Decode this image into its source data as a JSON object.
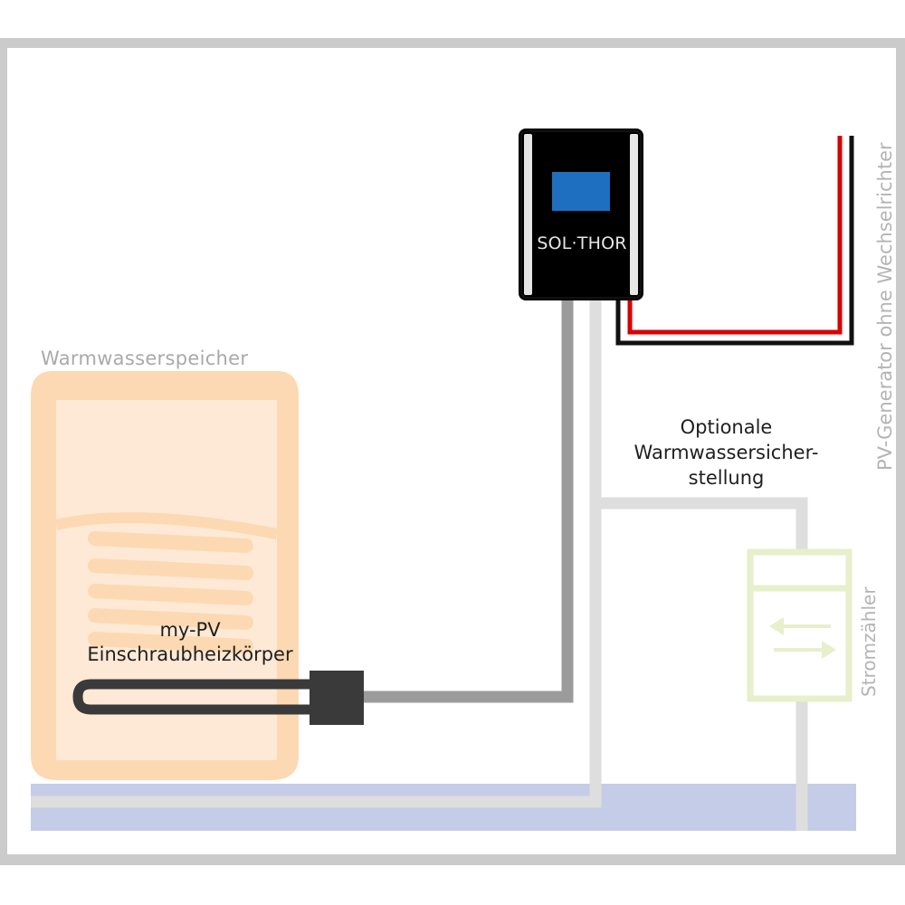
{
  "colors": {
    "frame": "#cbcbcb",
    "tank": "#fcd9b2",
    "water_band": "#c4cce7",
    "heater": "#3a3a3a",
    "cable_dark": "#9b9b9b",
    "cable_light": "#dedede",
    "pv_positive": "#d90000",
    "pv_negative": "#111111",
    "meter": "#e7efcb",
    "device_body": "#000000",
    "device_display": "#1e6fbf"
  },
  "labels": {
    "tank": "Warmwasserspeicher",
    "heater_line1": "my-PV",
    "heater_line2": "Einschraubheizkörper",
    "optional_line1": "Optionale",
    "optional_line2": "Warmwassersicher-",
    "optional_line3": "stellung",
    "pv_generator": "PV-Generator ohne Wechselrichter",
    "meter": "Stromzähler"
  },
  "device": {
    "brand": "SOL·THOR"
  },
  "icons": {
    "meter_arrows": "bidirectional-arrows-icon"
  }
}
